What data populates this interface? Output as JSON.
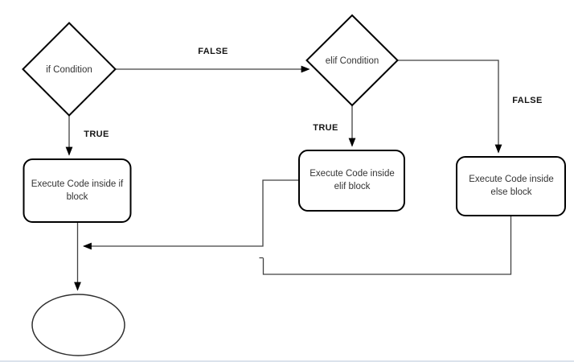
{
  "canvas": {
    "background": "#ffffff",
    "shape_border_color": "#000000",
    "connector_color": "#424242",
    "node_text_color": "#333333",
    "edge_label_color": "#141414"
  },
  "nodes": {
    "if_condition": {
      "type": "decision",
      "label": "if Condition"
    },
    "elif_condition": {
      "type": "decision",
      "label": "elif Condition"
    },
    "if_block": {
      "type": "process",
      "label": "Execute Code inside if block"
    },
    "elif_block": {
      "type": "process",
      "label": "Execute Code inside elif block"
    },
    "else_block": {
      "type": "process",
      "label": "Execute Code inside else block"
    },
    "end_terminator": {
      "type": "terminator",
      "label": ""
    }
  },
  "edge_labels": {
    "if_false": "FALSE",
    "if_true": "TRUE",
    "elif_true": "TRUE",
    "elif_false": "FALSE"
  }
}
